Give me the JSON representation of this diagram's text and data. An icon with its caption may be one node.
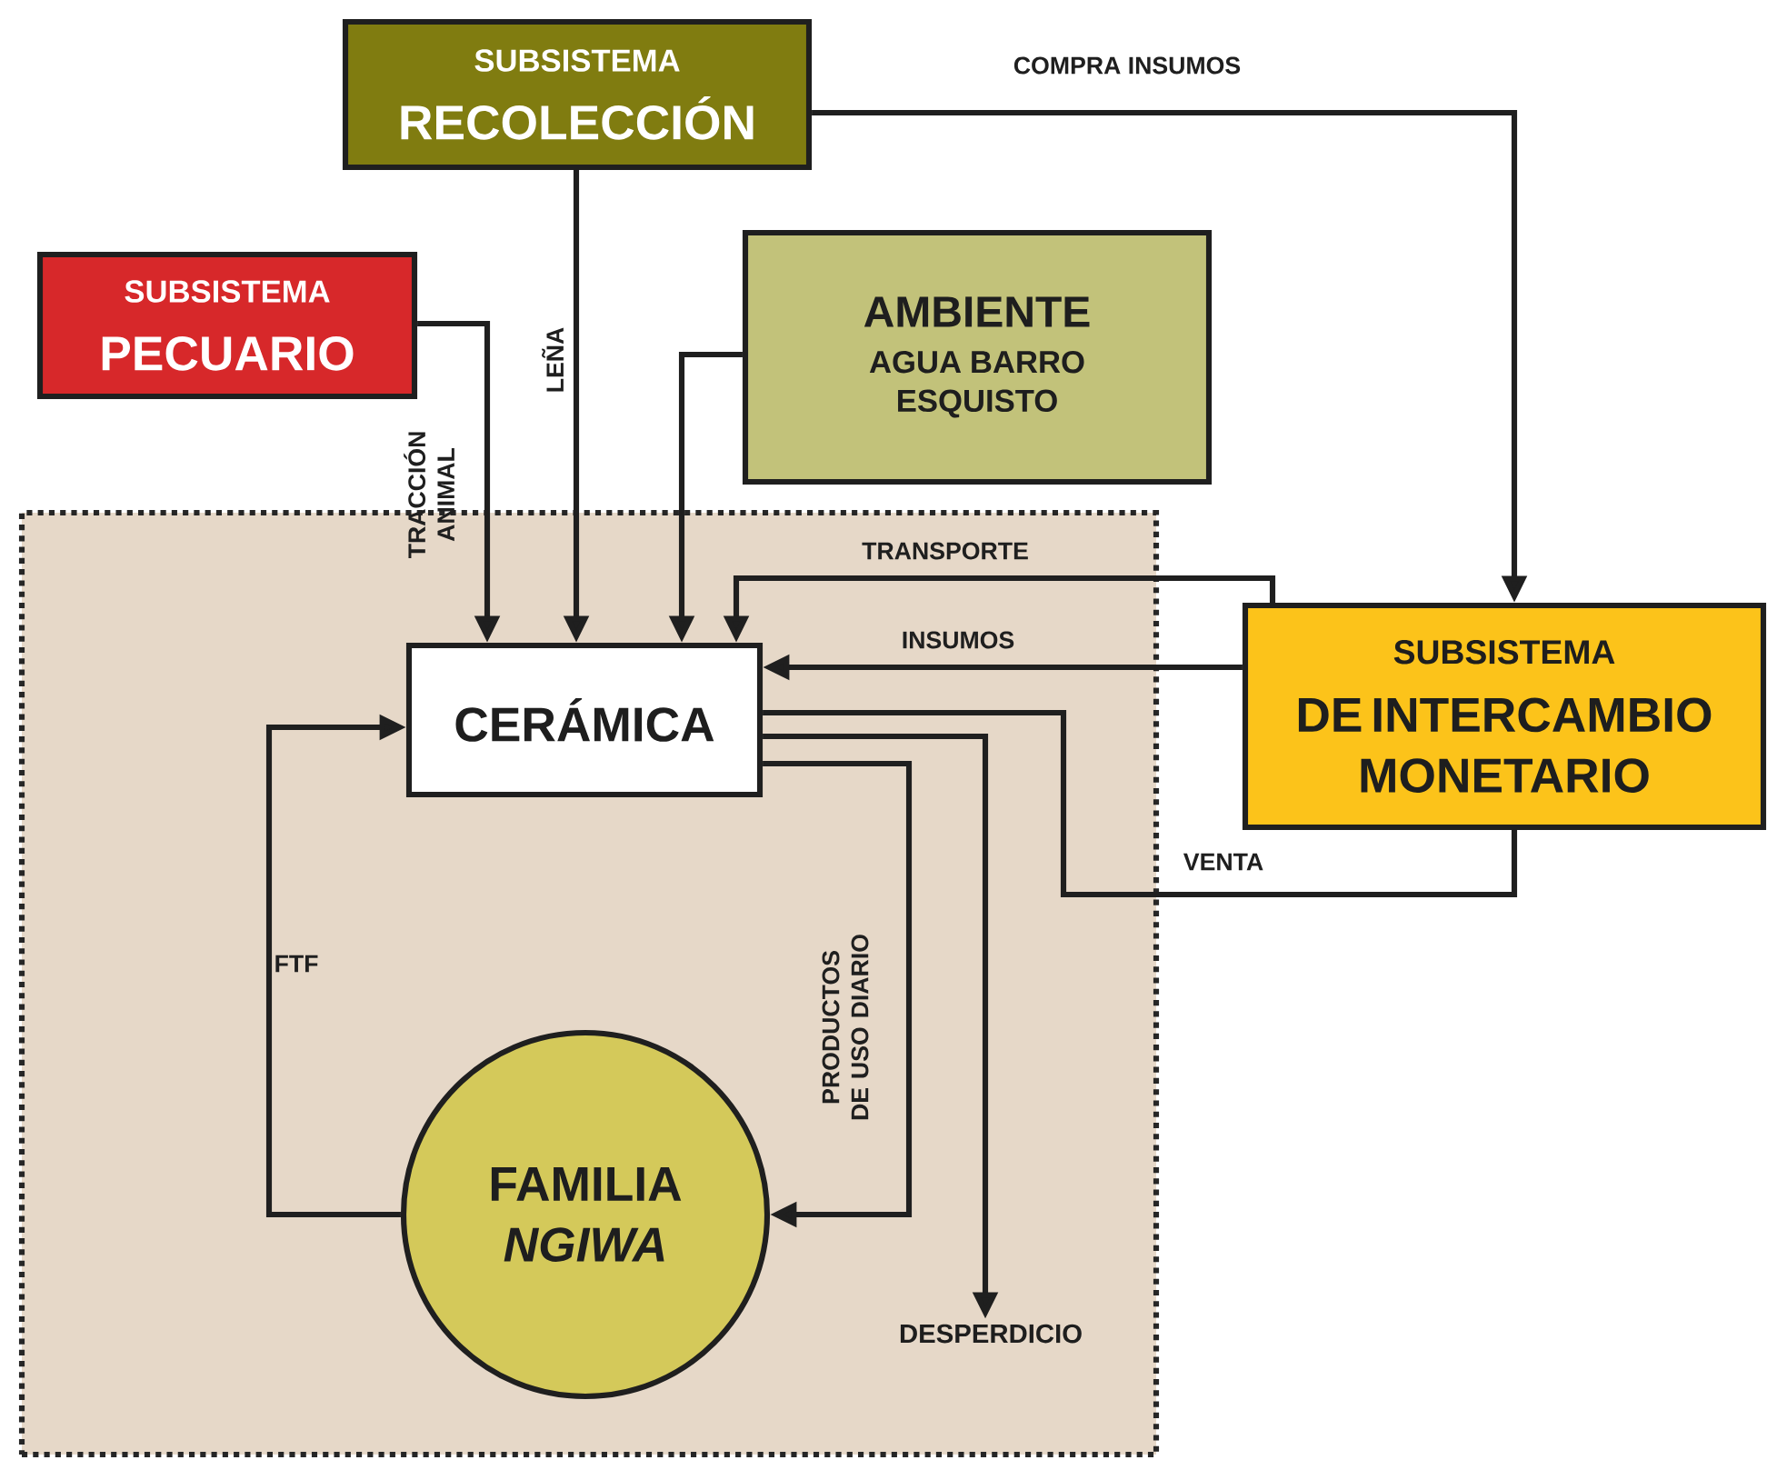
{
  "diagram": {
    "nodes": [
      {
        "text": [
          "SUBSISTEMA",
          "RECOLECCIÓN"
        ]
      },
      {
        "text": [
          "SUBSISTEMA",
          "PECUARIO"
        ]
      },
      {
        "text": [
          "AMBIENTE",
          "AGUA BARRO ESQUISTO"
        ]
      },
      {
        "text": [],
        "shape": "box"
      },
      {
        "text": [
          "CERÁMICA"
        ],
        "in": 3
      },
      {
        "text": [
          "FAMILIA *NGIWA*"
        ],
        "in": 3
      },
      {
        "text": [
          "DESPERDICIO"
        ],
        "in": 3
      },
      {
        "text": [
          "SUBSISTEMA",
          "DE INTERCAMBIO MONETARIO"
        ]
      }
    ],
    "edges": [
      {
        "from": 0,
        "to": 7,
        "arrow": "to",
        "label": "COMPRA INSUMOS"
      },
      {
        "from": 1,
        "to": 4,
        "arrow": "to",
        "label": "TRACCIÓN ANIMAL"
      },
      {
        "from": 0,
        "to": 4,
        "arrow": "to",
        "label": "LEÑA"
      },
      {
        "from": 2,
        "to": 4,
        "arrow": "to"
      },
      {
        "from": 7,
        "to": 4,
        "arrow": "to",
        "label": "TRANSPORTE"
      },
      {
        "from": 7,
        "to": 4,
        "arrow": "to",
        "label": "INSUMOS"
      },
      {
        "from": 4,
        "to": 7,
        "arrow": "none",
        "label": "VENTA"
      },
      {
        "from": 4,
        "to": 6,
        "arrow": "to"
      },
      {
        "from": 4,
        "to": 5,
        "arrow": "to",
        "label": "PRODUCTOS DE USO DIARIO"
      },
      {
        "from": 5,
        "to": 4,
        "arrow": "to",
        "label": "FTF"
      }
    ]
  }
}
